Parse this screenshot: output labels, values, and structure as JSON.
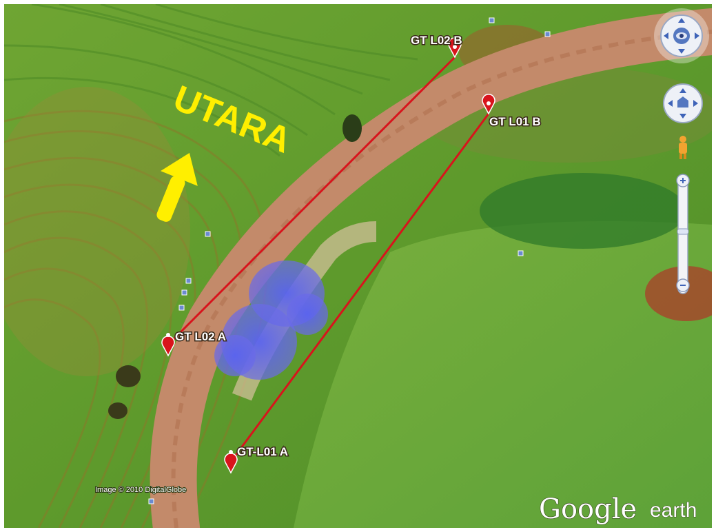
{
  "map": {
    "north_label": "UTARA",
    "lines": [
      {
        "id": "L01",
        "start": "GT-L01 A",
        "end": "GT L01 B"
      },
      {
        "id": "L02",
        "start": "GT L02 A",
        "end": "GT L02 B"
      }
    ],
    "markers": {
      "l02b": "GT L02 B",
      "l01b": "GT L01 B",
      "l02a": "GT L02 A",
      "l01a": "GT-L01 A"
    },
    "imagery_credit": "Image © 2010 DigitalGlobe",
    "brand_main": "Google",
    "brand_sub": "earth",
    "line_color": "#d8141c",
    "north_color": "#ffef00",
    "controls": {
      "look": "look-joystick-icon",
      "move": "move-joystick-icon",
      "streetview": "pegman-icon",
      "zoom_in": "zoom-in-icon",
      "zoom_out": "zoom-out-icon"
    }
  }
}
